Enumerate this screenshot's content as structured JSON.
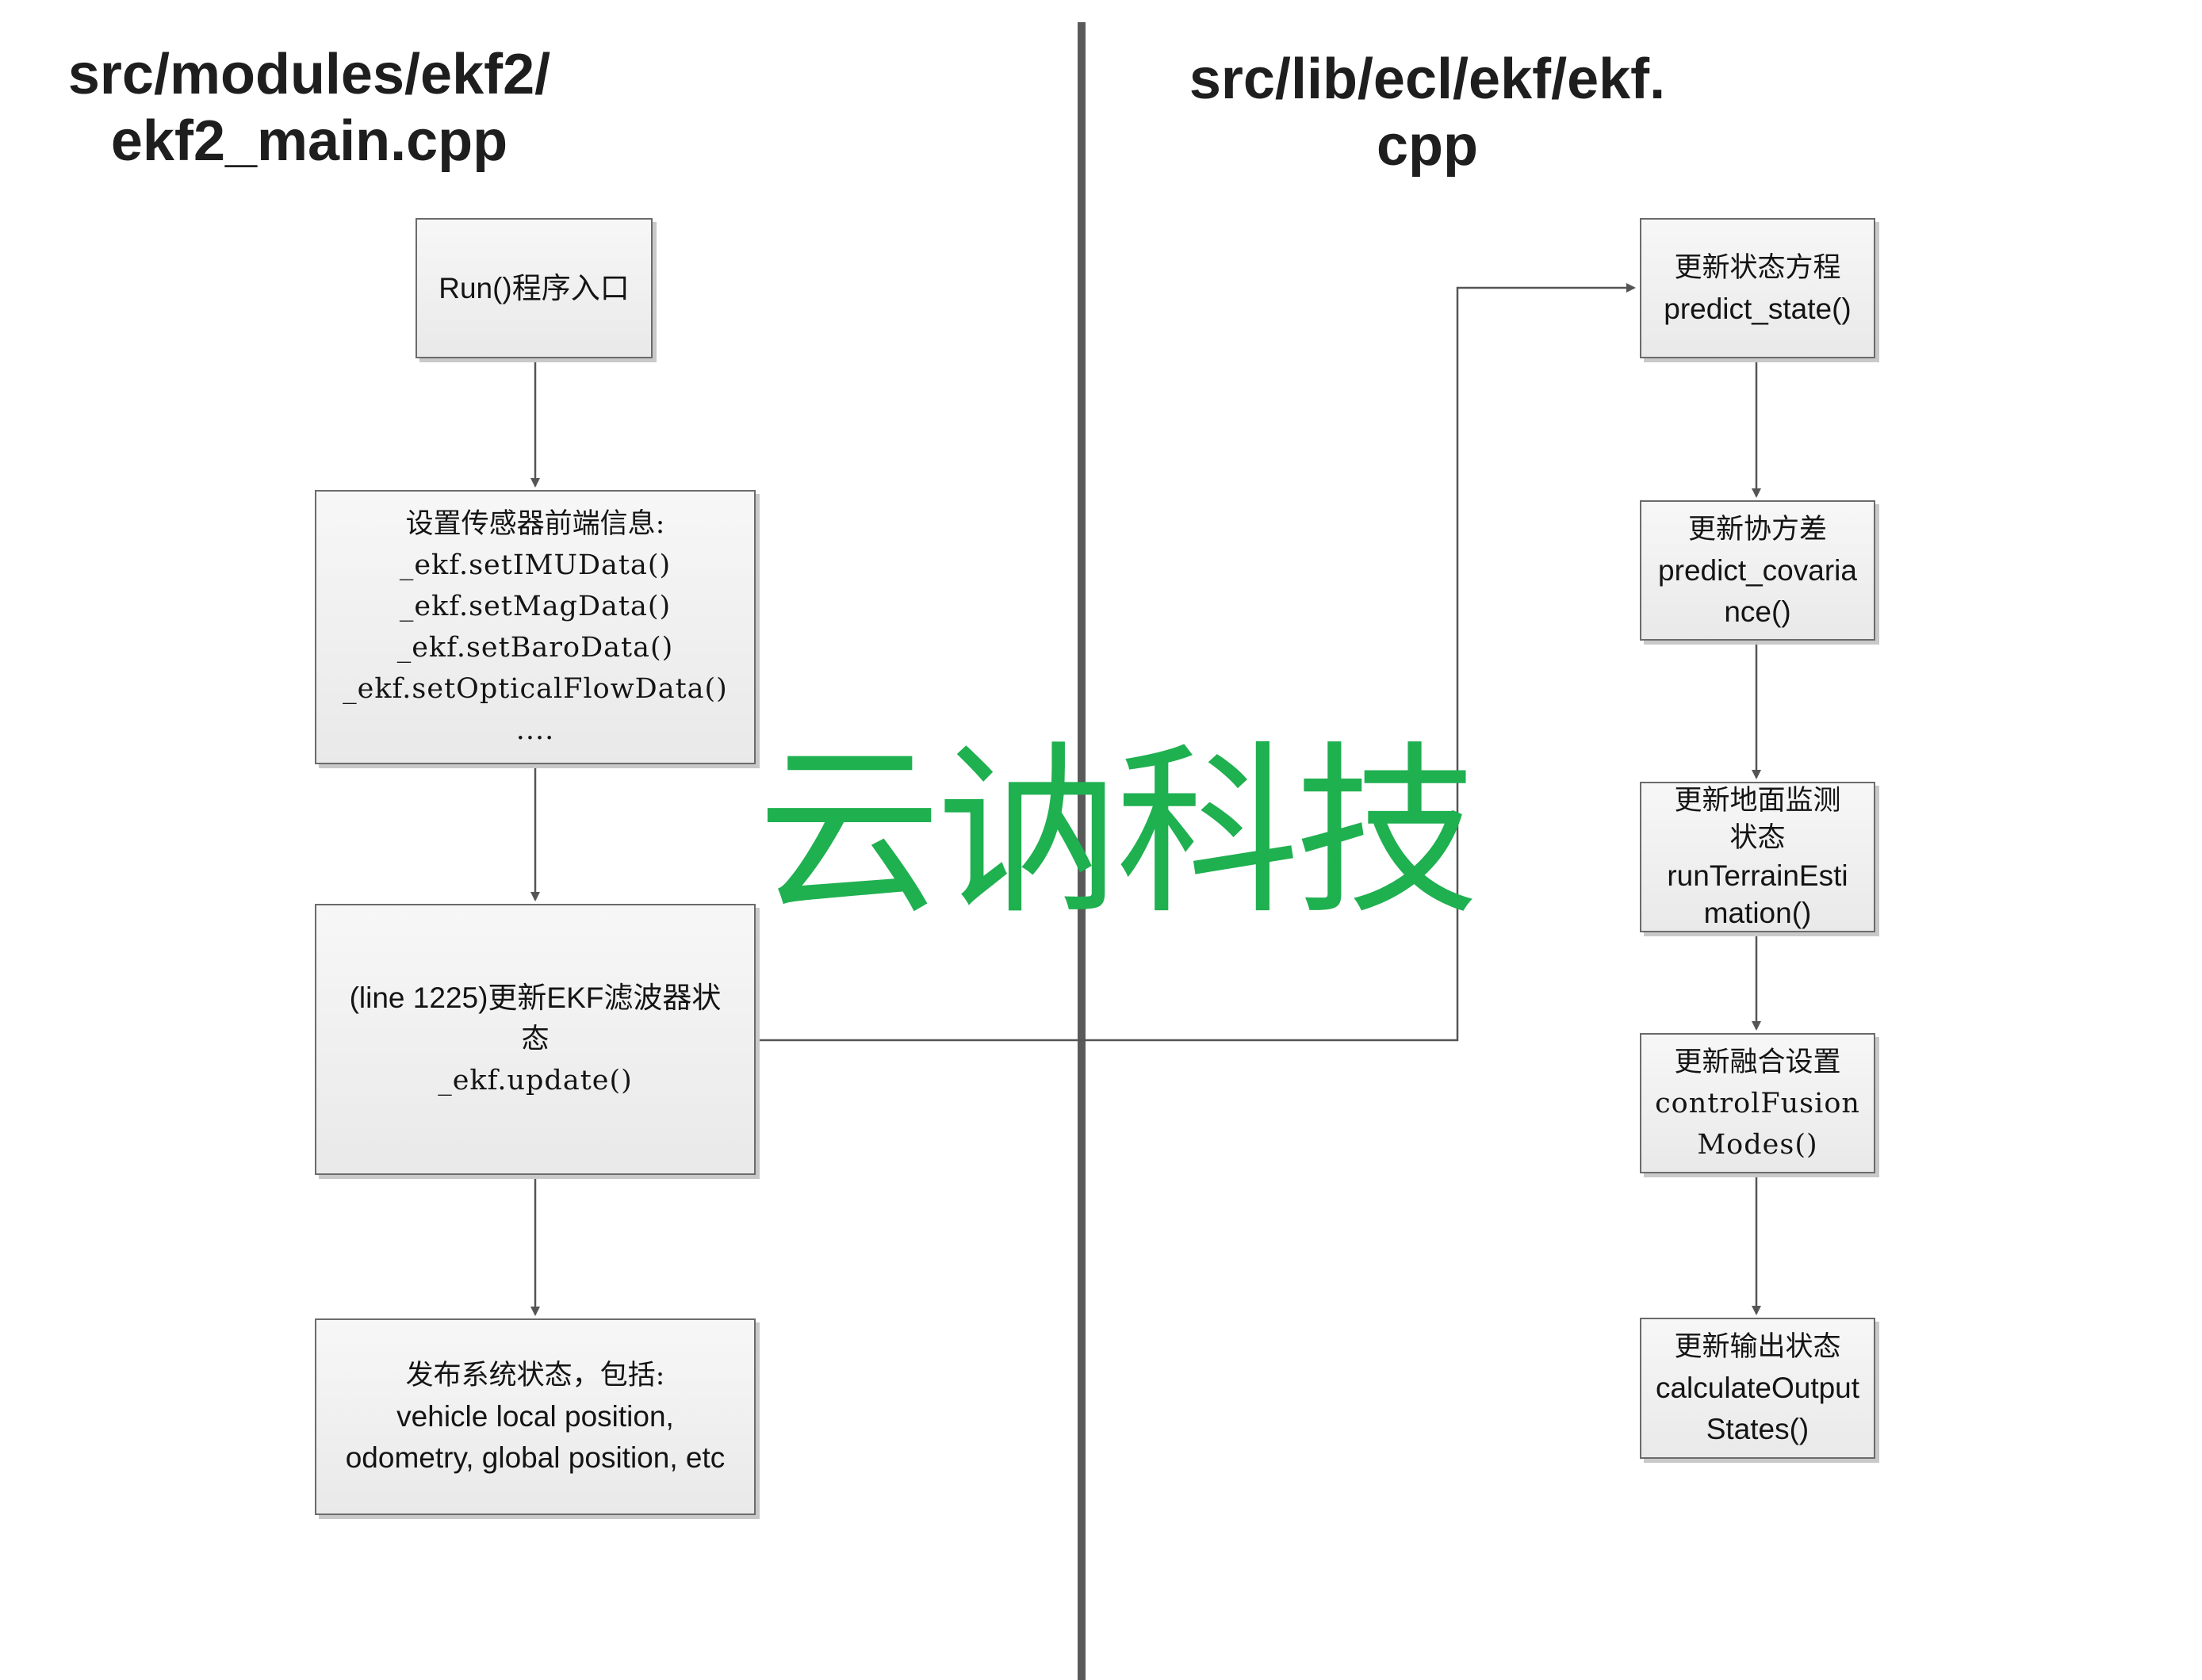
{
  "titles": {
    "left": [
      "src/modules/ekf2/",
      "ekf2_main.cpp"
    ],
    "right": [
      "src/lib/ecl/ekf/ekf.",
      "cpp"
    ]
  },
  "left_flow": {
    "run_entry": [
      "Run()程序入口"
    ],
    "set_sensor": [
      "设置传感器前端信息:",
      "_ekf.setIMUData()",
      "_ekf.setMagData()",
      "_ekf.setBaroData()",
      "_ekf.setOpticalFlowData()",
      "...."
    ],
    "update_ekf": [
      "(line 1225)更新EKF滤波器状",
      "态",
      "_ekf.update()"
    ],
    "publish": [
      "发布系统状态，包括:",
      "vehicle  local position,",
      "odometry, global position, etc"
    ]
  },
  "right_flow": {
    "predict_state": [
      "更新状态方程",
      "predict_state()"
    ],
    "predict_covariance": [
      "更新协方差",
      "predict_covaria",
      "nce()"
    ],
    "terrain": [
      "更新地面监测",
      "状态",
      "runTerrainEsti",
      "mation()"
    ],
    "fusion_modes": [
      "更新融合设置",
      "controlFusion",
      "Modes()"
    ],
    "output_states": [
      "更新输出状态",
      "calculateOutput",
      "States()"
    ]
  },
  "watermark": "云讷科技",
  "colors": {
    "watermark": "#1fb050",
    "divider": "#5a5a5a",
    "connector": "#555555",
    "box_border": "#6b6b6b"
  }
}
